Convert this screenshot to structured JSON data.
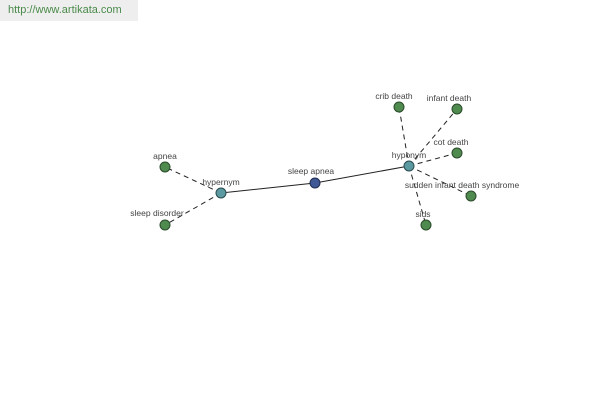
{
  "header": {
    "url": "http://www.artikata.com"
  },
  "graph": {
    "center": "sleep apnea",
    "relation_nodes": [
      "hypernym",
      "hyponym"
    ],
    "nodes": [
      {
        "id": "sleep-apnea",
        "label": "sleep apnea",
        "kind": "center"
      },
      {
        "id": "hypernym",
        "label": "hypernym",
        "kind": "relation"
      },
      {
        "id": "hyponym",
        "label": "hyponym",
        "kind": "relation"
      },
      {
        "id": "apnea",
        "label": "apnea",
        "kind": "leaf"
      },
      {
        "id": "sleep-disorder",
        "label": "sleep disorder",
        "kind": "leaf"
      },
      {
        "id": "crib-death",
        "label": "crib death",
        "kind": "leaf"
      },
      {
        "id": "infant-death",
        "label": "infant death",
        "kind": "leaf"
      },
      {
        "id": "cot-death",
        "label": "cot death",
        "kind": "leaf"
      },
      {
        "id": "sudden-infant-death-syndrome",
        "label": "sudden infant death syndrome",
        "kind": "leaf"
      },
      {
        "id": "sids",
        "label": "sids",
        "kind": "leaf"
      }
    ],
    "edges": [
      {
        "from": "sleep-apnea",
        "to": "hypernym",
        "style": "solid"
      },
      {
        "from": "sleep-apnea",
        "to": "hyponym",
        "style": "solid"
      },
      {
        "from": "hypernym",
        "to": "apnea",
        "style": "dashed"
      },
      {
        "from": "hypernym",
        "to": "sleep-disorder",
        "style": "dashed"
      },
      {
        "from": "hyponym",
        "to": "crib-death",
        "style": "dashed"
      },
      {
        "from": "hyponym",
        "to": "infant-death",
        "style": "dashed"
      },
      {
        "from": "hyponym",
        "to": "cot-death",
        "style": "dashed"
      },
      {
        "from": "hyponym",
        "to": "sudden-infant-death-syndrome",
        "style": "dashed"
      },
      {
        "from": "hyponym",
        "to": "sids",
        "style": "dashed"
      }
    ],
    "colors": {
      "leaf": "#4f8a4f",
      "relation": "#5a9aa0",
      "center": "#3f5a96"
    }
  }
}
